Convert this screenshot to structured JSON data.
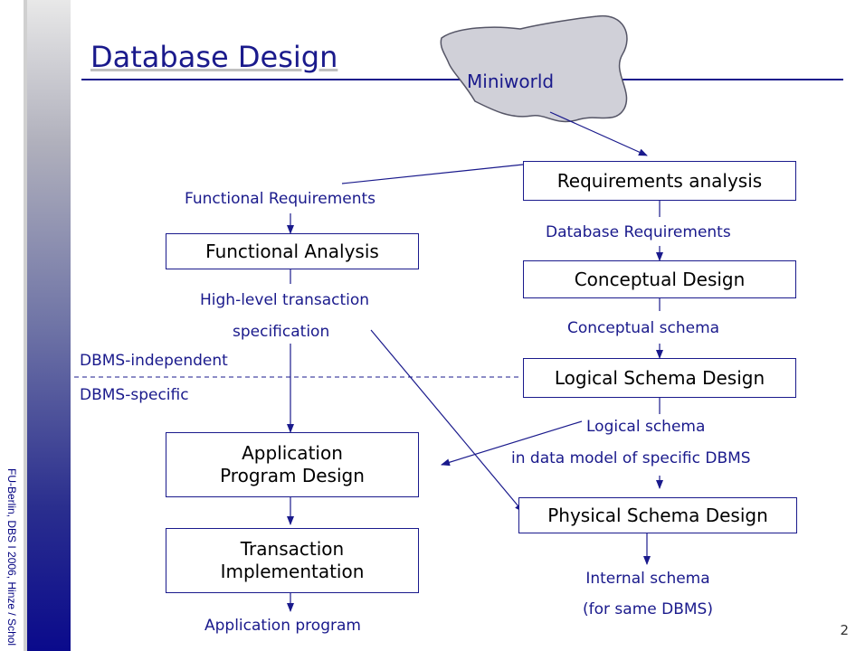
{
  "slide": {
    "title": "Database Design",
    "page_number": "2",
    "sidebar_text": "FU-Berlin, DBS I 2006,   Hinze / Schol"
  },
  "nodes": {
    "miniworld": "Miniworld",
    "requirements_analysis": "Requirements analysis",
    "functional_analysis": "Functional Analysis",
    "conceptual_design": "Conceptual Design",
    "logical_schema_design": "Logical Schema Design",
    "application_program_design": "Application Program Design",
    "transaction_implementation": "Transaction Implementation",
    "physical_schema_design": "Physical Schema Design"
  },
  "labels": {
    "functional_requirements": "Functional Requirements",
    "database_requirements": "Database Requirements",
    "high_level_transaction_1": "High-level transaction",
    "high_level_transaction_2": "specification",
    "conceptual_schema": "Conceptual schema",
    "dbms_independent": "DBMS-independent",
    "dbms_specific": "DBMS-specific",
    "logical_schema_1": "Logical schema",
    "logical_schema_2": "in data model of specific DBMS",
    "internal_schema_1": "Internal schema",
    "internal_schema_2": "(for same DBMS)",
    "application_program": "Application program"
  },
  "colors": {
    "accent": "#1a1a8c",
    "miniworld_fill": "#d0d0d8",
    "sidebar_dark": "#0a0a8c"
  }
}
